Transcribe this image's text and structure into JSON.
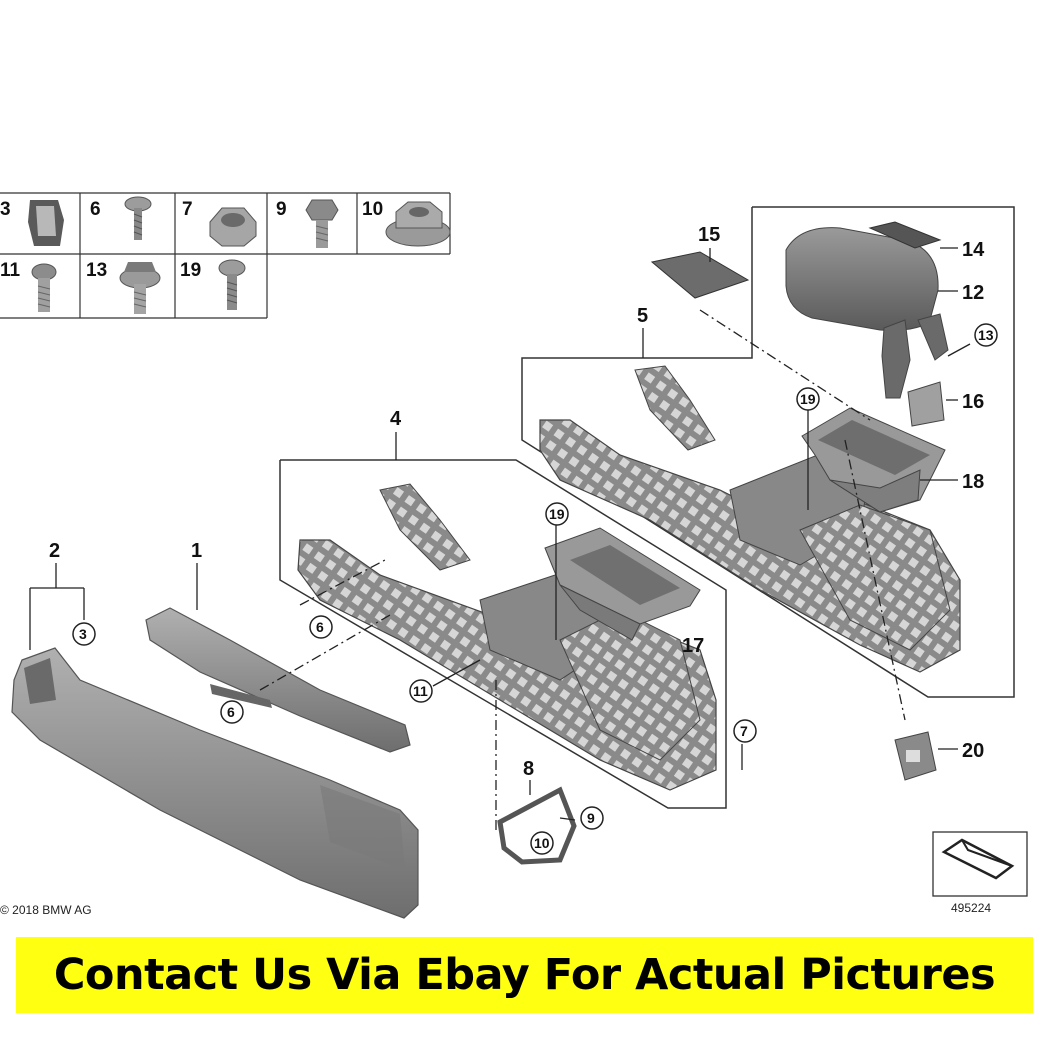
{
  "hardware_table": {
    "row1": [
      {
        "num": "3",
        "part": "clip-nut"
      },
      {
        "num": "6",
        "part": "screw"
      },
      {
        "num": "7",
        "part": "hex-nut"
      },
      {
        "num": "9",
        "part": "hex-bolt"
      },
      {
        "num": "10",
        "part": "flange-nut"
      }
    ],
    "row2": [
      {
        "num": "11",
        "part": "bolt"
      },
      {
        "num": "13",
        "part": "flange-bolt"
      },
      {
        "num": "19",
        "part": "screw"
      }
    ]
  },
  "callouts": {
    "c1": "1",
    "c2": "2",
    "c3": "3",
    "c4": "4",
    "c5": "5",
    "c6a": "6",
    "c6b": "6",
    "c7": "7",
    "c8": "8",
    "c9": "9",
    "c10": "10",
    "c11": "11",
    "c12": "12",
    "c13": "13",
    "c14": "14",
    "c15": "15",
    "c16": "16",
    "c17": "17",
    "c18": "18",
    "c19a": "19",
    "c19b": "19",
    "c20": "20"
  },
  "copyright": "© 2018 BMW AG",
  "diagram_number": "495224",
  "banner": {
    "text": "Contact Us Via Ebay For Actual Pictures",
    "background": "#ffff12",
    "color": "#000000"
  },
  "colors": {
    "part_fill": "#8e8e8e",
    "part_dark": "#5e5e5e",
    "line": "#222222"
  }
}
